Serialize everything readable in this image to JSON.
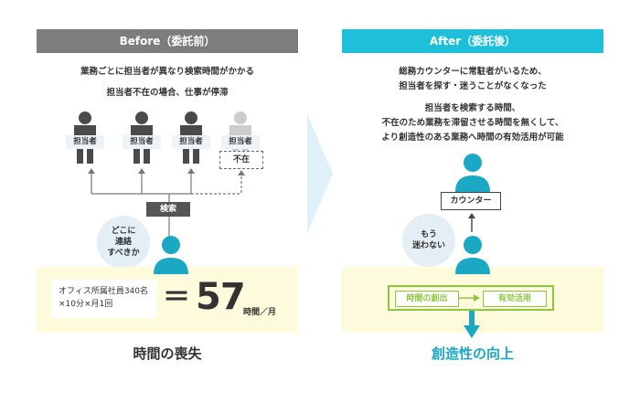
{
  "before": {
    "header": "Before（委託前）",
    "line1": "業務ごとに担当者が異なり検索時間がかかる",
    "line2": "担当者不在の場合、仕事が停滞",
    "person_label": "担当者",
    "absent_label": "不在",
    "search_label": "検索",
    "bubble": [
      "どこに",
      "連絡",
      "すべきか"
    ],
    "calc_line1": "オフィス所属社員340名",
    "calc_line2": "×10分×月1回",
    "equals": "＝",
    "value": "57",
    "unit": "時間／月",
    "result": "時間の喪失"
  },
  "after": {
    "header": "After（委託後）",
    "line1": "総務カウンターに常駐者がいるため、",
    "line2": "担当者を探す・迷うことがなくなった",
    "line3": "担当者を検索する時間、",
    "line4": "不在のため業務を滞留させる時間を無くして、",
    "line5": "より創造性のある業務へ時間の有効活用が可能",
    "counter_label": "カウンター",
    "bubble": [
      "もう",
      "迷わない"
    ],
    "box1": "時間の創出",
    "box2": "有効活用",
    "result": "創造性の向上"
  },
  "colors": {
    "before_header": "#7d7d7d",
    "after_header": "#1dbfd9",
    "teal": "#1aa8c4",
    "person_dark": "#4a4a4a",
    "person_gray": "#cccccc",
    "yellow_bg": "#fdfbdb",
    "green": "#8cc63f",
    "arrow_bg": "#e0f0f8"
  }
}
